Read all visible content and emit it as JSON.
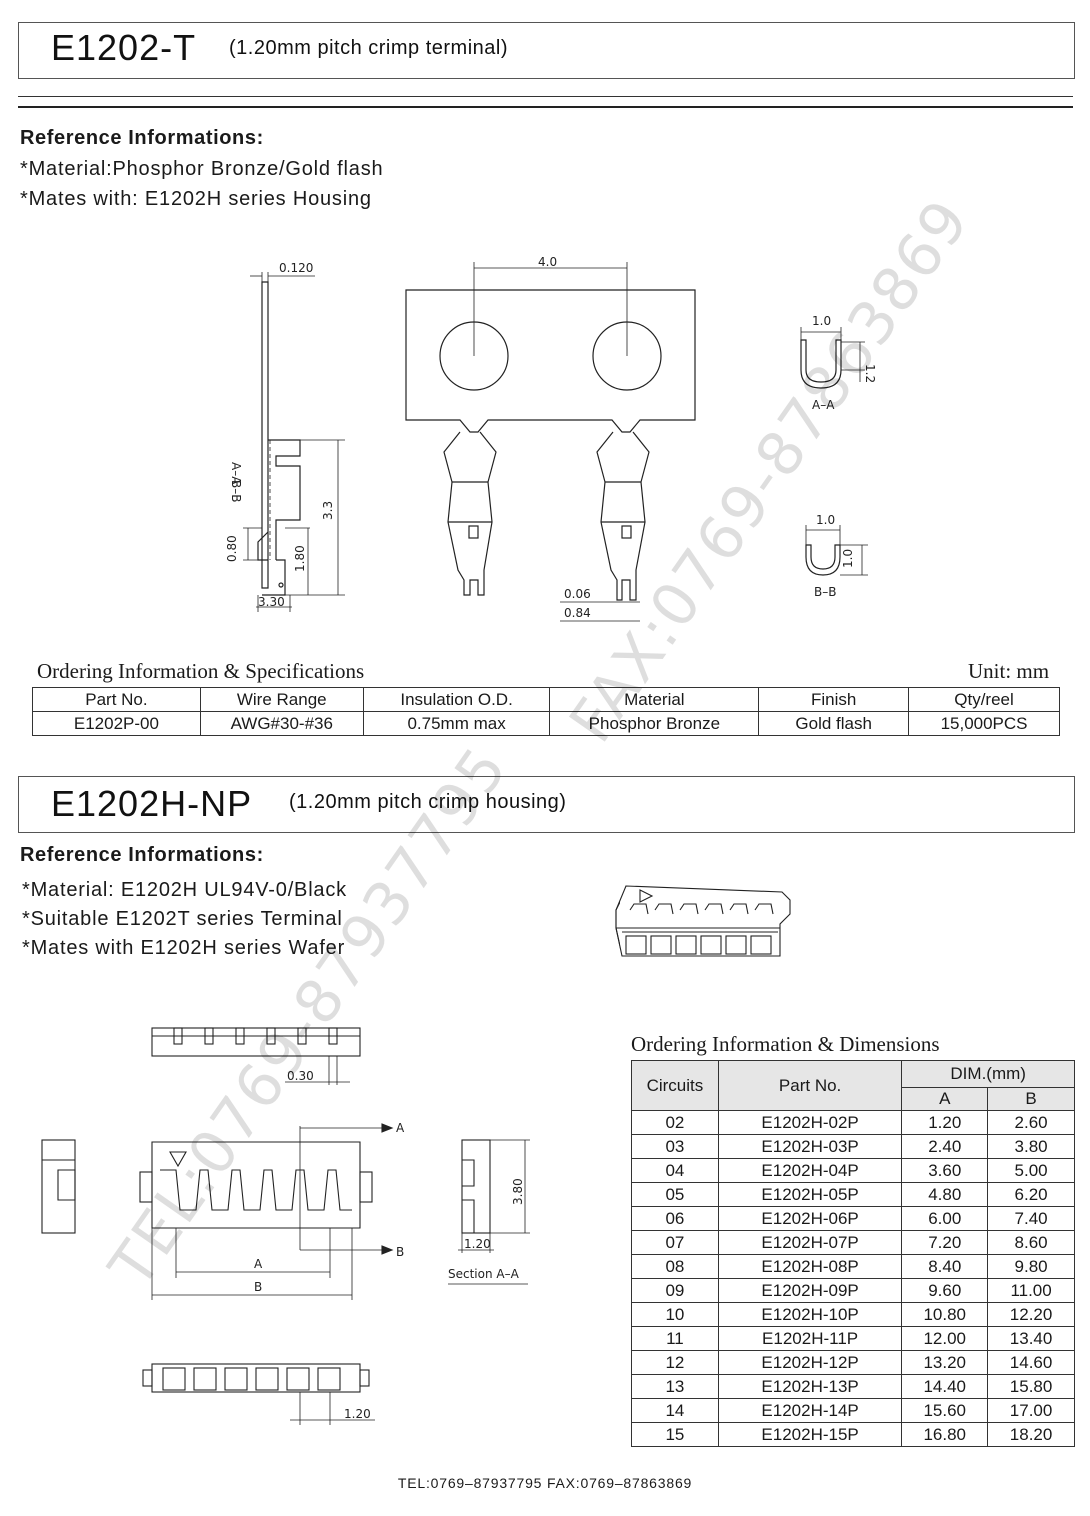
{
  "section1": {
    "title": "E1202-T",
    "subtitle": "(1.20mm pitch crimp terminal)",
    "ref_heading": "Reference Informations:",
    "ref_lines": [
      "*Material:Phosphor Bronze/Gold flash",
      "*Mates with: E1202H series Housing"
    ]
  },
  "terminal_drawing": {
    "dims": {
      "thickness": "0.120",
      "pitch": "4.0",
      "height": "3.3",
      "h1": "1.80",
      "h2": "0.80",
      "w": "3.30",
      "d1": "0.06",
      "d2": "0.84",
      "aa_w": "1.0",
      "aa_h": "1.2",
      "bb_w": "1.0",
      "bb_h": "1.0"
    },
    "labels": {
      "aa": "A–A",
      "bb": "B–B",
      "aa_sec": "A–A",
      "bb_sec": "B–B"
    }
  },
  "ordering_spec": {
    "heading": "Ordering Information & Specifications",
    "unit": "Unit: mm",
    "headers": [
      "Part No.",
      "Wire Range",
      "Insulation O.D.",
      "Material",
      "Finish",
      "Qty/reel"
    ],
    "row": [
      "E1202P-00",
      "AWG#30-#36",
      "0.75mm max",
      "Phosphor Bronze",
      "Gold flash",
      "15,000PCS"
    ]
  },
  "section2": {
    "title": "E1202H-NP",
    "subtitle": "(1.20mm pitch crimp housing)",
    "ref_heading": "Reference Informations:",
    "ref_lines": [
      "*Material: E1202H UL94V-0/Black",
      "*Suitable E1202T series Terminal",
      "*Mates with E1202H series Wafer"
    ]
  },
  "housing_drawing": {
    "dims": {
      "d030": "0.30",
      "A": "A",
      "B": "B",
      "h380": "3.80",
      "d120a": "1.20",
      "d120b": "1.20"
    },
    "labels": {
      "arrowA": "A",
      "arrowB": "B",
      "section": "Section A–A"
    }
  },
  "ordering_dims": {
    "heading": "Ordering Information & Dimensions",
    "headers": {
      "circuits": "Circuits",
      "part_no": "Part No.",
      "dim": "DIM.(mm)",
      "a": "A",
      "b": "B"
    },
    "rows": [
      [
        "02",
        "E1202H-02P",
        "1.20",
        "2.60"
      ],
      [
        "03",
        "E1202H-03P",
        "2.40",
        "3.80"
      ],
      [
        "04",
        "E1202H-04P",
        "3.60",
        "5.00"
      ],
      [
        "05",
        "E1202H-05P",
        "4.80",
        "6.20"
      ],
      [
        "06",
        "E1202H-06P",
        "6.00",
        "7.40"
      ],
      [
        "07",
        "E1202H-07P",
        "7.20",
        "8.60"
      ],
      [
        "08",
        "E1202H-08P",
        "8.40",
        "9.80"
      ],
      [
        "09",
        "E1202H-09P",
        "9.60",
        "11.00"
      ],
      [
        "10",
        "E1202H-10P",
        "10.80",
        "12.20"
      ],
      [
        "11",
        "E1202H-11P",
        "12.00",
        "13.40"
      ],
      [
        "12",
        "E1202H-12P",
        "13.20",
        "14.60"
      ],
      [
        "13",
        "E1202H-13P",
        "14.40",
        "15.80"
      ],
      [
        "14",
        "E1202H-14P",
        "15.60",
        "17.00"
      ],
      [
        "15",
        "E1202H-15P",
        "16.80",
        "18.20"
      ]
    ]
  },
  "watermarks": [
    "FAX:0769-87863869",
    "TEL:0769-87937795"
  ],
  "footer": "TEL:0769–87937795   FAX:0769–87863869"
}
